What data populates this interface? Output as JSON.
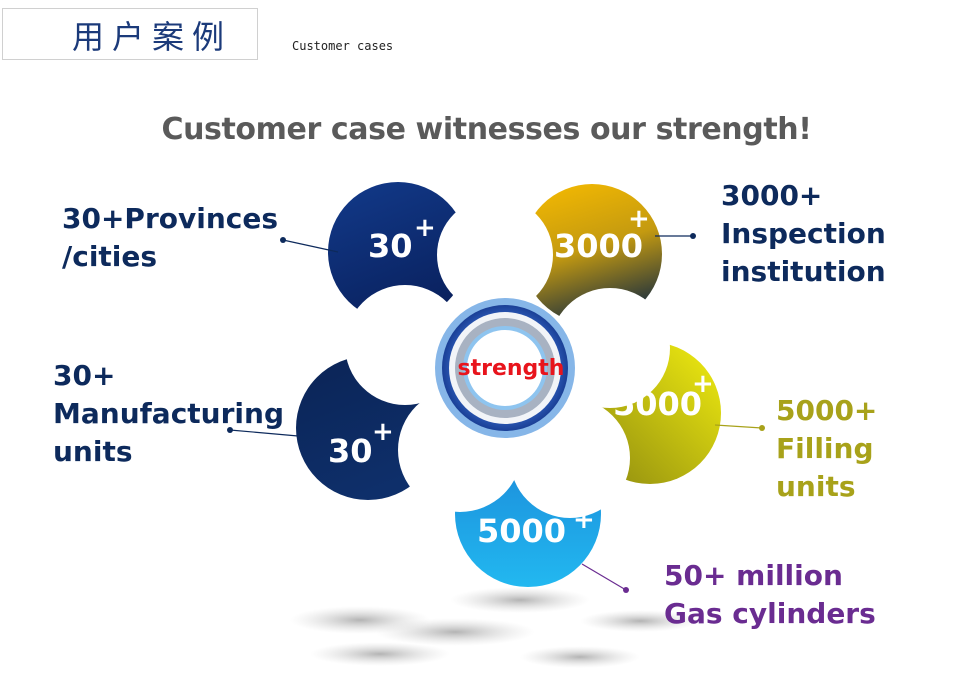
{
  "header": {
    "title_zh": "用户案例",
    "title_en": "Customer cases"
  },
  "headline": "Customer case witnesses our strength!",
  "center": {
    "label": "strength",
    "color": "#e8141c"
  },
  "petals": [
    {
      "id": "petal-top-left",
      "number": "30",
      "plus": "+"
    },
    {
      "id": "petal-top-right",
      "number": "3000",
      "plus": "+"
    },
    {
      "id": "petal-right",
      "number": "5000",
      "plus": "+"
    },
    {
      "id": "petal-bottom",
      "number": "5000",
      "plus": "+"
    },
    {
      "id": "petal-left",
      "number": "30",
      "plus": "+"
    }
  ],
  "captions": {
    "provinces": "30+Provinces\n/cities",
    "inspection": "3000+\nInspection\ninstitution",
    "filling": "5000+\nFilling\nunits",
    "cylinders": "50+ million\nGas cylinders",
    "manufacturing": "30+\nManufacturing\nunits"
  },
  "colors": {
    "navy": "#0d2a6e",
    "dark_navy": "#0a1f45",
    "gold": "#f5b800",
    "olive": "#3d4a2a",
    "yellow": "#e3e000",
    "olive_dark": "#7a7a10",
    "sky": "#1aa0e8",
    "sky_dark": "#0a62b0",
    "purple": "#6a2c91",
    "caption_navy": "#0d2a5c",
    "caption_olive": "#a8a21a"
  }
}
